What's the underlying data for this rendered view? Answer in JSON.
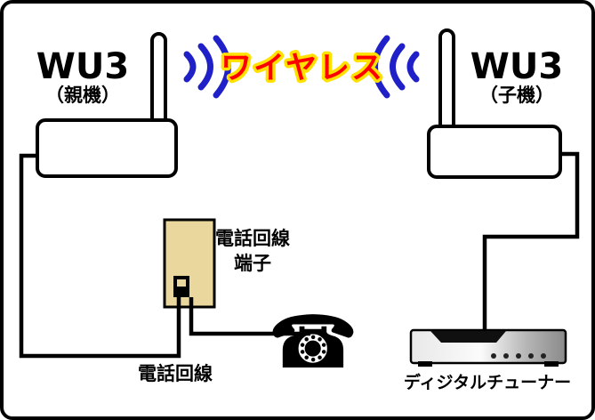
{
  "devices": {
    "left": {
      "name": "WU3",
      "type_label": "（親機）"
    },
    "right": {
      "name": "WU3",
      "type_label": "（子機）"
    }
  },
  "wireless": {
    "label": "ワイヤレス"
  },
  "terminal": {
    "label_line1": "電話回線",
    "label_line2": "端子"
  },
  "phone_line": {
    "label": "電話回線"
  },
  "tuner": {
    "label": "ディジタルチューナー"
  },
  "icons": {
    "telephone": "☎"
  },
  "colors": {
    "wireless_text": "#ff0000",
    "wireless_outline": "#ffe100",
    "wave_blue": "#2020c8",
    "terminal_plate": "#e9d79e",
    "cable_black": "#000000"
  }
}
